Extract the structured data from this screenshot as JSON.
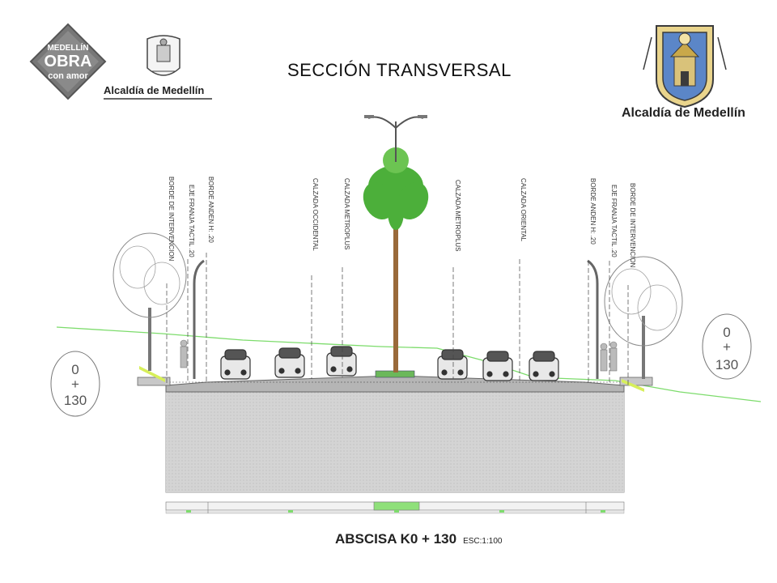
{
  "title": "SECCIÓN TRANSVERSAL",
  "logo_left": {
    "line1": "MEDELLÍN",
    "line2": "OBRA",
    "line3": "con amor",
    "caption": "Alcaldía de Medellín"
  },
  "logo_right": {
    "caption": "Alcaldía de Medellín"
  },
  "vertical_labels": [
    "BORDE DE INTERVENCION",
    "EJE FRANJA TACTIL .20",
    "BORDE ANDEN H: .20",
    "CALZADA OCCIDENTAL",
    "CALZADA METROPLUS",
    "CALZADA METROPLUS",
    "CALZADA ORIENTAL",
    "BORDE ANDEN H: .20",
    "EJE FRANJA TACTIL .20",
    "BORDE DE INTERVENCION"
  ],
  "station_left": {
    "top": "0",
    "mid": "+",
    "bottom": "130"
  },
  "station_right": {
    "top": "0",
    "mid": "+",
    "bottom": "130"
  },
  "footer": {
    "label": "ABSCISA  K0 + 130",
    "scale": "ESC:1:100"
  },
  "colors": {
    "grade_line": "#7ddc6c",
    "ground_fill": "#d6d6d6",
    "palm": "#4caf3a",
    "median_band": "#8fe07a"
  }
}
